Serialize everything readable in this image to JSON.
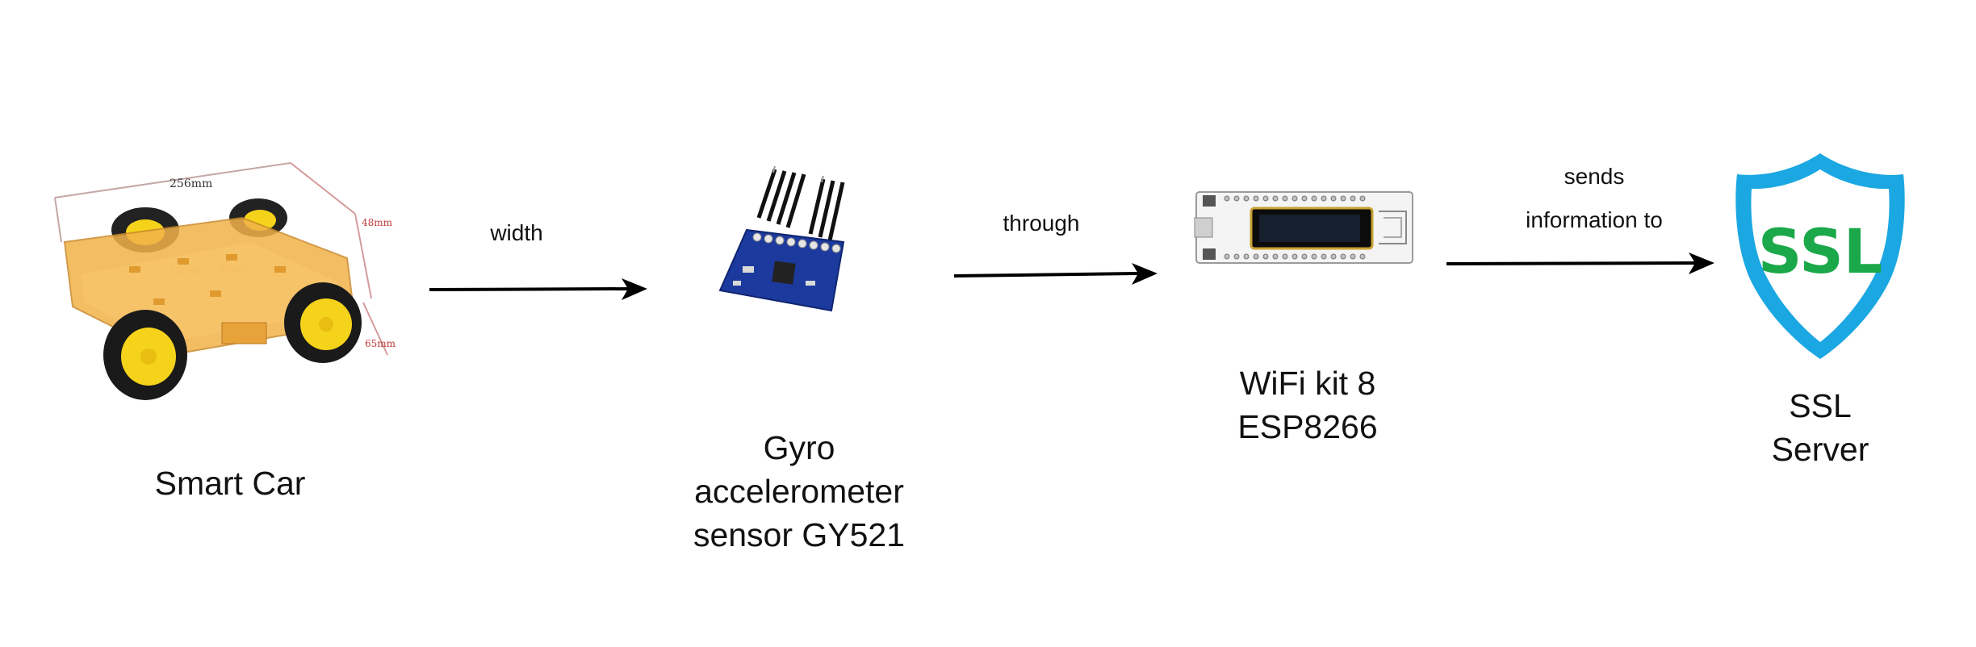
{
  "nodes": [
    {
      "id": "smart-car",
      "label": "Smart Car"
    },
    {
      "id": "gyro",
      "label": "Gyro\naccelerometer\nsensor GY521"
    },
    {
      "id": "wifi",
      "label": "WiFi kit 8\nESP8266"
    },
    {
      "id": "ssl",
      "label": "SSL\nServer"
    }
  ],
  "edges": [
    {
      "from": "smart-car",
      "to": "gyro",
      "label": "width"
    },
    {
      "from": "gyro",
      "to": "wifi",
      "label": "through"
    },
    {
      "from": "wifi",
      "to": "ssl",
      "label": "sends\ninformation to"
    }
  ],
  "images": {
    "car_dimensions": [
      "256mm",
      "158mm",
      "49mm",
      "48mm",
      "65mm"
    ],
    "ssl_badge_text": "SSL",
    "icons": [
      "smart-car-chassis-image",
      "gy521-sensor-board-image",
      "esp8266-wifi-kit-board-image",
      "ssl-shield-icon"
    ]
  },
  "colors": {
    "arrow": "#000000",
    "ssl_shield_blue": "#1ba7e2",
    "ssl_text_green": "#1aa84a",
    "car_body": "#f2b24a",
    "wheel_yellow": "#f5d31b",
    "sensor_blue": "#1c3a9e"
  }
}
